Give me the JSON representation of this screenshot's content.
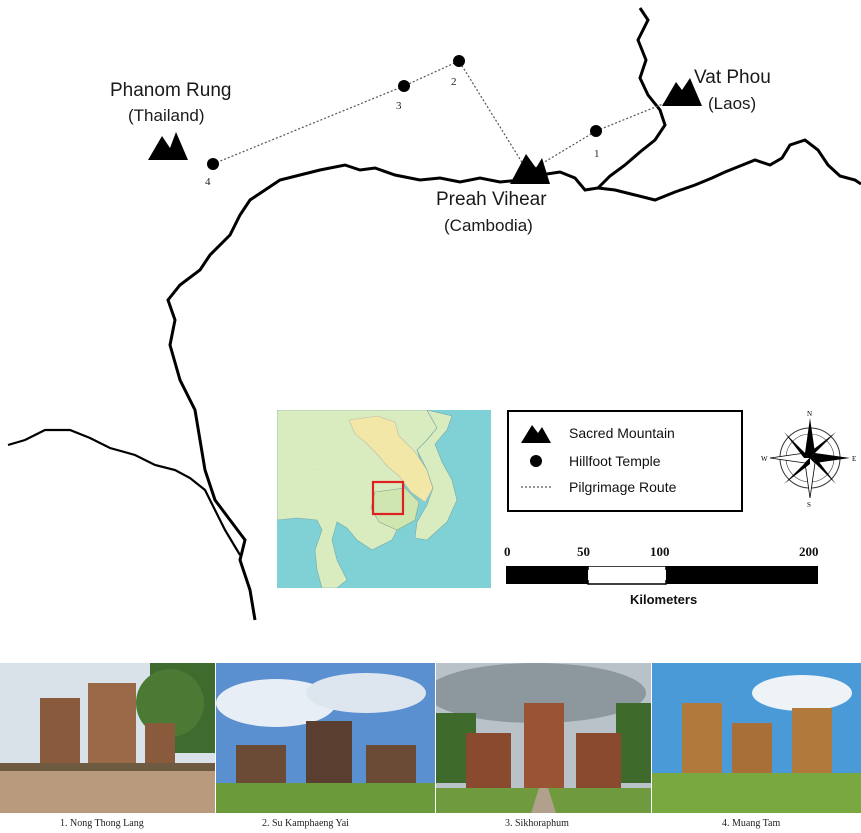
{
  "sites": {
    "phanom_rung": {
      "name": "Phanom Rung",
      "country": "(Thailand)"
    },
    "vat_phou": {
      "name": "Vat Phou",
      "country": "(Laos)"
    },
    "preah_vihear": {
      "name": "Preah Vihear",
      "country": "(Cambodia)"
    }
  },
  "stops": [
    "1",
    "2",
    "3",
    "4"
  ],
  "legend": {
    "mountain": "Sacred Mountain",
    "temple": "Hillfoot Temple",
    "route": "Pilgrimage Route"
  },
  "scale": {
    "ticks": [
      "0",
      "50",
      "100",
      "200"
    ],
    "unit": "Kilometers"
  },
  "compass": {
    "n": "N",
    "s": "S",
    "e": "E",
    "w": "W"
  },
  "photos": [
    {
      "caption": "1. Nong Thong Lang"
    },
    {
      "caption": "2. Su Kamphaeng Yai"
    },
    {
      "caption": "3. Sikhoraphum"
    },
    {
      "caption": "4. Muang Tam"
    }
  ],
  "colors": {
    "sea": "#7fd1d6",
    "land": "#d8ecc0",
    "laos": "#f3e7a8",
    "highlight": "#e02020"
  }
}
